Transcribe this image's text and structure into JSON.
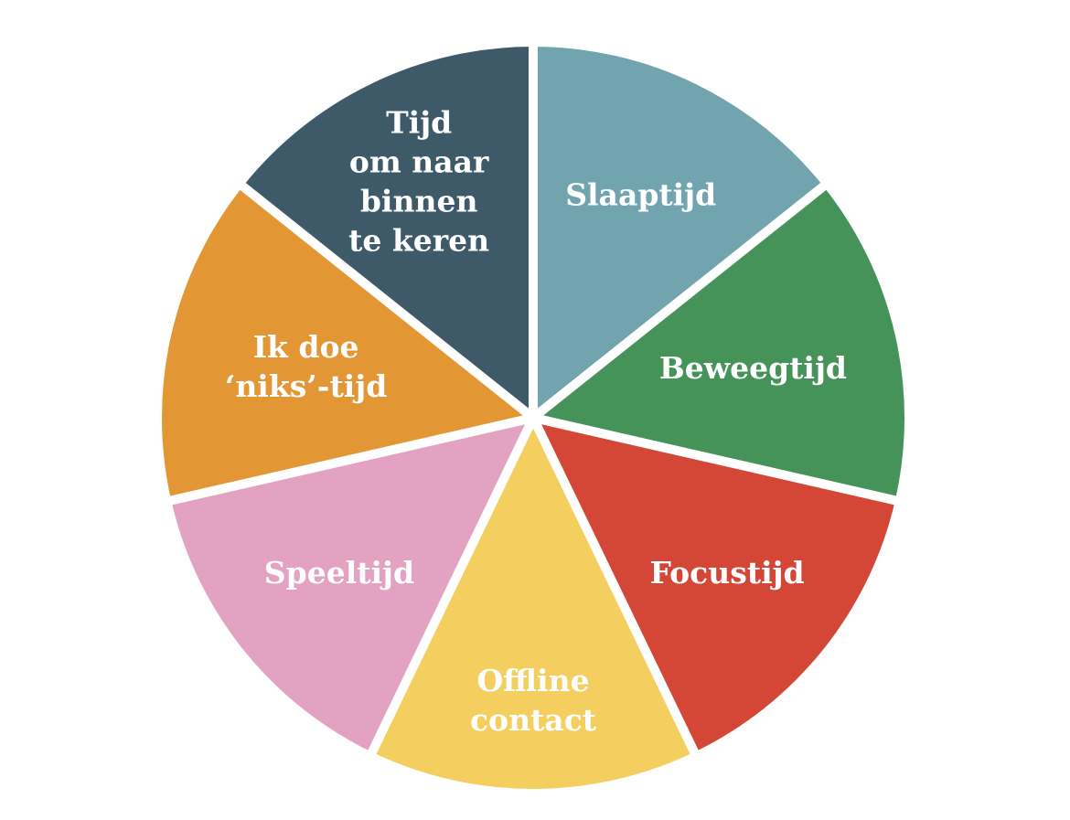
{
  "chart_data": {
    "type": "pie",
    "title": "",
    "start": "top",
    "direction": "clockwise",
    "slices": [
      {
        "label": "Slaaptijd",
        "lines": [
          "Slaaptijd"
        ],
        "value": 1,
        "color": "#71a4ae"
      },
      {
        "label": "Beweegtijd",
        "lines": [
          "Beweegtijd"
        ],
        "value": 1,
        "color": "#46935a"
      },
      {
        "label": "Focustijd",
        "lines": [
          "Focustijd"
        ],
        "value": 1,
        "color": "#d44636"
      },
      {
        "label": "Offline contact",
        "lines": [
          "Offline",
          "contact"
        ],
        "value": 1,
        "color": "#f4cf5f"
      },
      {
        "label": "Speeltijd",
        "lines": [
          "Speeltijd"
        ],
        "value": 1,
        "color": "#e4a2c3"
      },
      {
        "label": "Ik doe ‘niks’-tijd",
        "lines": [
          "Ik doe",
          "‘niks’-tijd"
        ],
        "value": 1,
        "color": "#e39634"
      },
      {
        "label": "Tijd om naar binnen te keren",
        "lines": [
          "Tijd",
          "om naar",
          "binnen",
          "te keren"
        ],
        "value": 1,
        "color": "#3e5a68"
      }
    ]
  }
}
